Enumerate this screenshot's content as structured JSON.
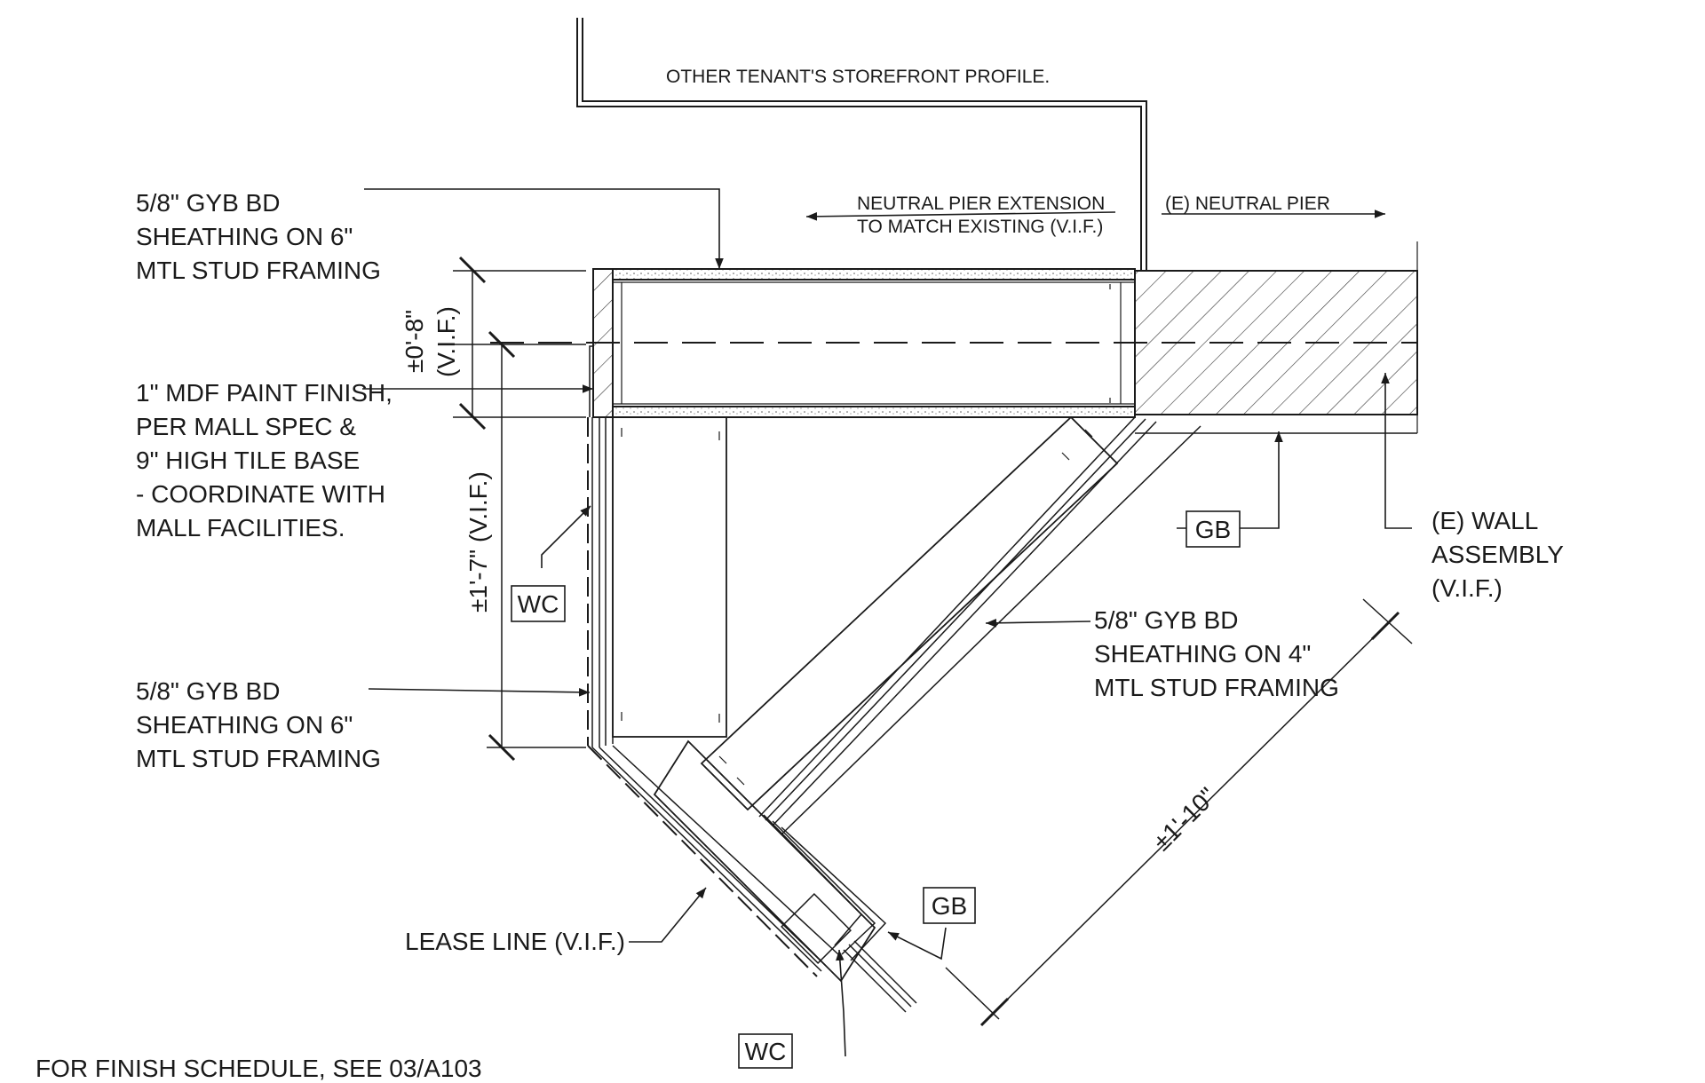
{
  "colors": {
    "ink": "#1a1a1a",
    "paper": "#ffffff",
    "hatch": "#333333"
  },
  "labels": {
    "storefront": "OTHER TENANT'S STOREFRONT PROFILE.",
    "neutral_ext_1": "NEUTRAL PIER EXTENSION",
    "neutral_ext_2": "TO MATCH EXISTING (V.I.F.)",
    "neutral_pier": "(E) NEUTRAL PIER",
    "gyb_top": [
      "5/8\" GYB BD",
      "SHEATHING ON 6\"",
      "MTL STUD FRAMING"
    ],
    "mdf": [
      "1\" MDF PAINT FINISH,",
      "PER MALL SPEC &",
      "9\" HIGH TILE BASE",
      "- COORDINATE WITH",
      "MALL FACILITIES."
    ],
    "gyb_left": [
      "5/8\" GYB BD",
      "SHEATHING ON 6\"",
      "MTL STUD FRAMING"
    ],
    "gyb_diag": [
      "5/8\" GYB BD",
      "SHEATHING ON 4\"",
      "MTL STUD FRAMING"
    ],
    "wall_assembly": [
      "(E) WALL",
      "ASSEMBLY",
      "(V.I.F.)"
    ],
    "lease_line": "LEASE LINE (V.I.F.)",
    "finish_note": "FOR FINISH SCHEDULE, SEE 03/A103"
  },
  "dimensions": {
    "dim_08": "±0'-8\"",
    "dim_08_vif": "(V.I.F.)",
    "dim_17": "±1'-7\" (V.I.F.)",
    "dim_110": "±1'-10\""
  },
  "tags": {
    "wc_left": "WC",
    "gb_right": "GB",
    "gb_bottom": "GB",
    "wc_bottom": "WC"
  }
}
